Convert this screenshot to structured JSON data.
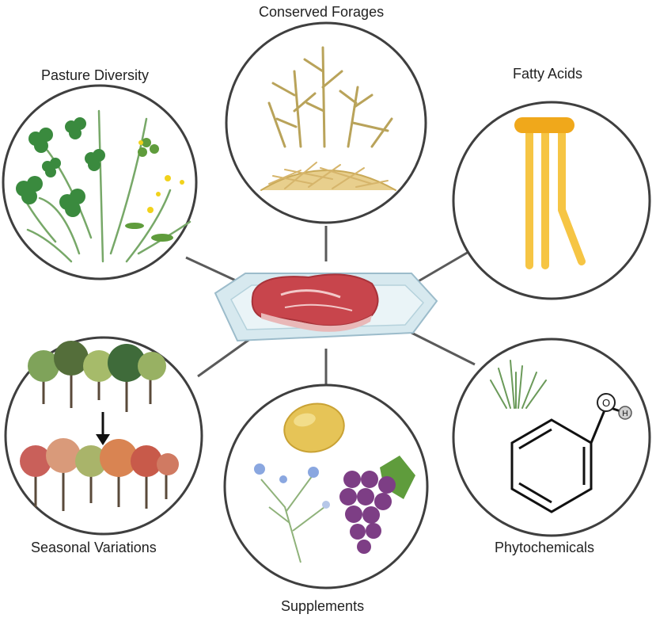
{
  "labels": {
    "conserved_forages": "Conserved Forages",
    "pasture_diversity": "Pasture Diversity",
    "fatty_acids": "Fatty Acids",
    "seasonal_variations": "Seasonal Variations",
    "supplements": "Supplements",
    "phytochemicals": "Phytochemicals"
  },
  "molecule": {
    "oxygen": "O",
    "hydrogen": "H"
  },
  "colors": {
    "circle_stroke": "#3f3f3f",
    "connector": "#5a5a5a",
    "fatty_head": "#f0a81b",
    "fatty_tail": "#f6c544",
    "meat": "#c8454c",
    "tray": "#d7e9ef",
    "clover": "#3a8a3e",
    "grass": "#77a868",
    "straw": "#d6b56b",
    "soy": "#e6c457",
    "grape": "#7d3e85",
    "leaf_green": "#5f9c3c",
    "flax_flower": "#8aa7e0"
  },
  "icons": [
    "pasture-plants-icon",
    "dried-grass-icon",
    "hay-bale-icon",
    "fatty-acid-icon",
    "meat-tray-icon",
    "trees-summer-icon",
    "trees-autumn-icon",
    "arrow-down-icon",
    "soybean-icon",
    "flax-plant-icon",
    "grape-cluster-icon",
    "grass-tuft-icon",
    "phenol-molecule-icon"
  ]
}
